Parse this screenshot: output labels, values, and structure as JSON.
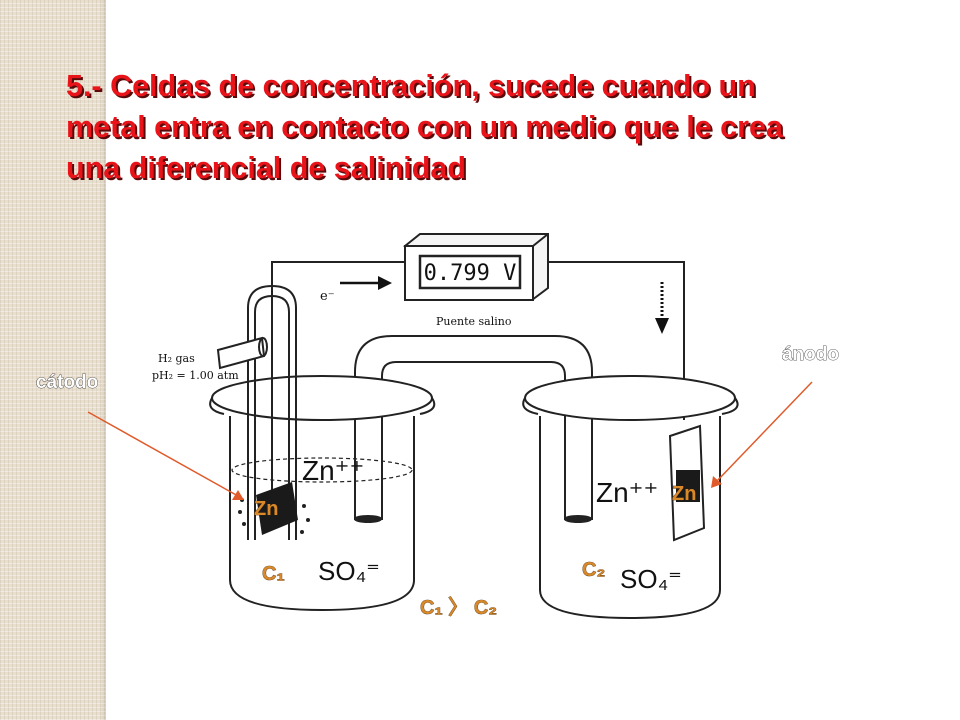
{
  "title": {
    "lines": [
      "5.- Celdas de concentración, sucede cuando un",
      "metal entra en contacto con un medio que le crea",
      "una diferencial de salinidad"
    ]
  },
  "diagram": {
    "voltmeter_reading": "0.799 V",
    "electron_label": "e⁻",
    "salt_bridge_label": "Puente salino",
    "h2_gas_label": "H₂ gas",
    "pressure_label": "pH₂ = 1.00 atm",
    "left_ion_label": "Zn⁺⁺",
    "right_ion_label": "Zn⁺⁺",
    "left_anion_label": "SO₄⁼",
    "right_anion_label": "SO₄⁼",
    "left_electrode_label": "Zn",
    "right_electrode_label": "Zn",
    "left_concentration_label": "C₁",
    "right_concentration_label": "C₂",
    "comparison_label": "C₁ 〉 C₂",
    "cathode_label": "cátodo",
    "anode_label": "ánodo"
  },
  "colors": {
    "title": "#e8141a",
    "label_orange": "#d9882a",
    "arrow_line": "#e05a2a",
    "line_art": "#222222"
  }
}
